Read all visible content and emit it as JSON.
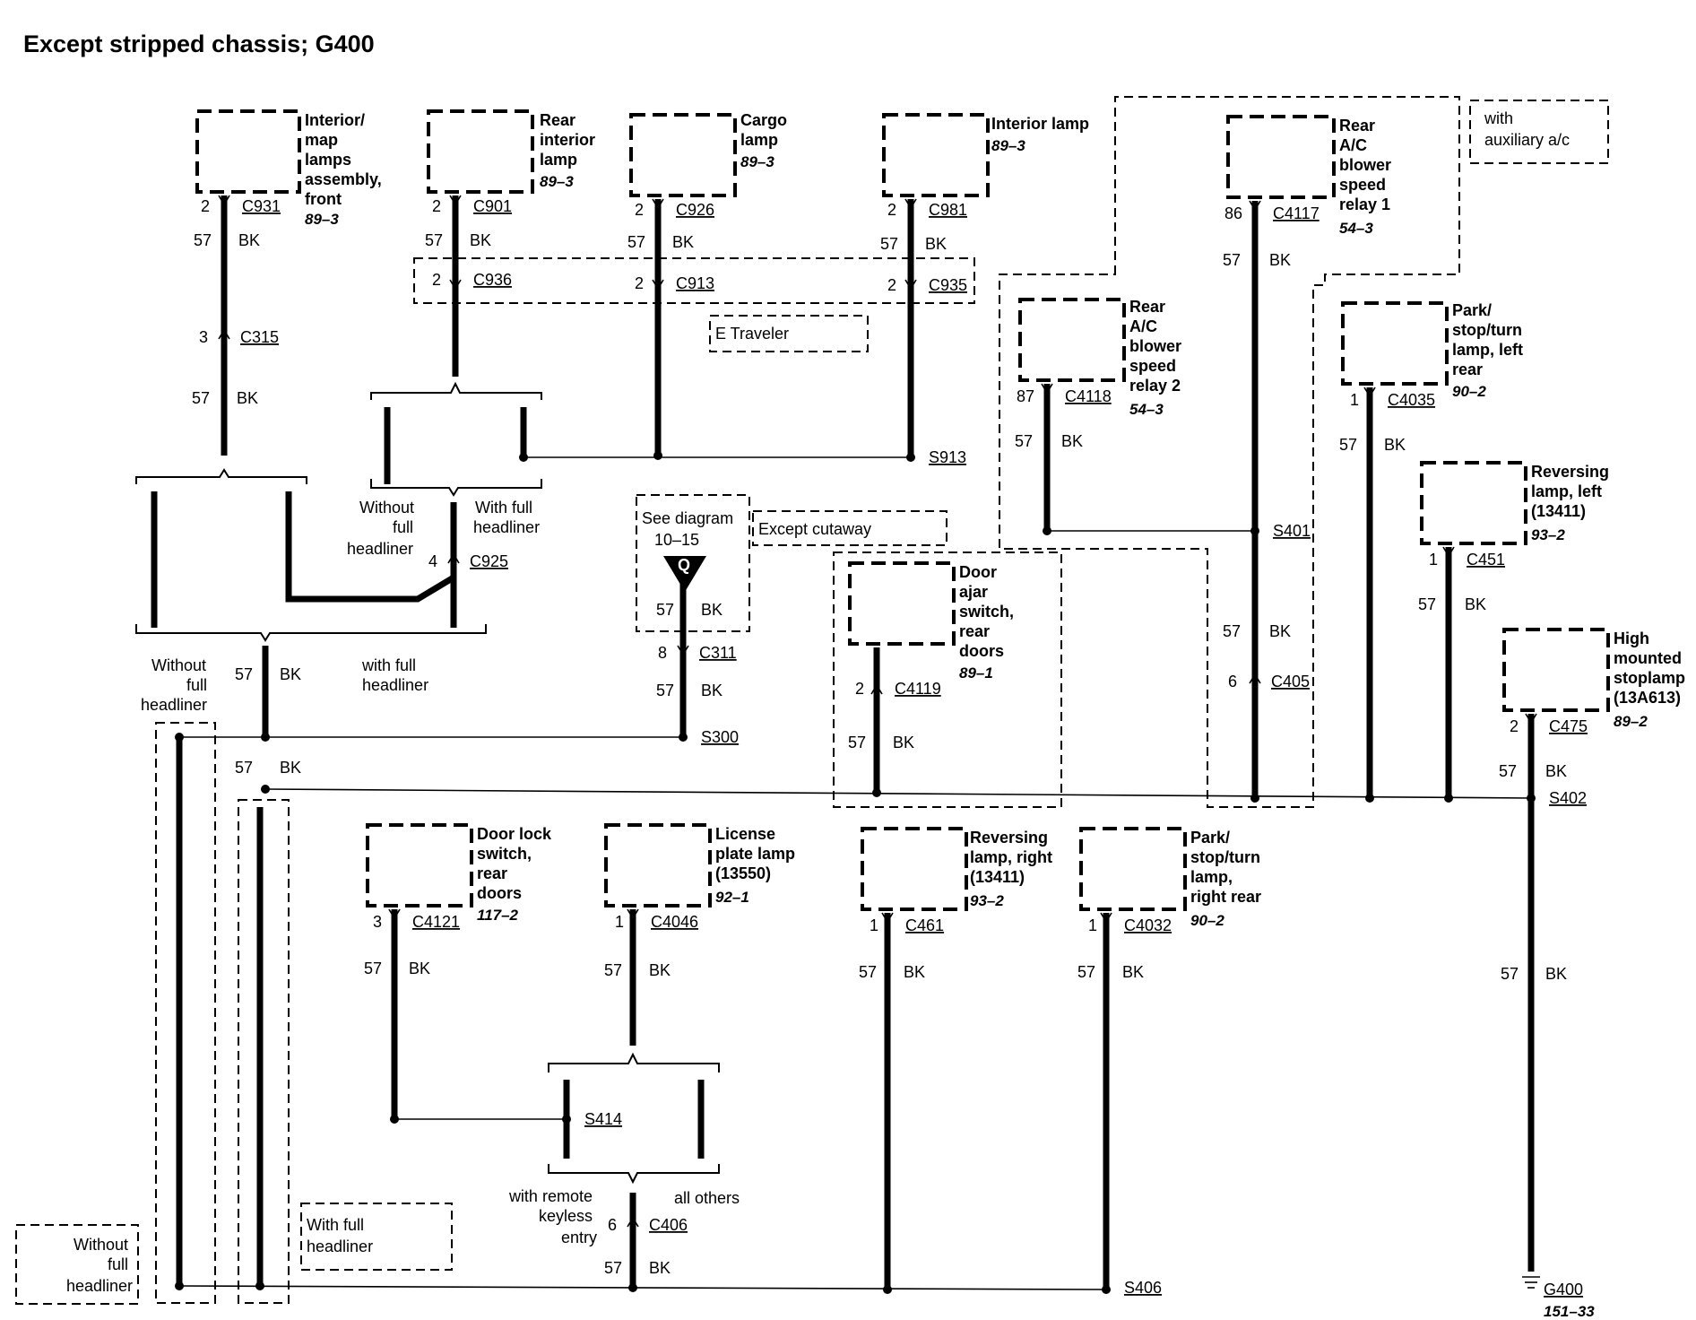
{
  "title": "Except stripped chassis; G400",
  "components": {
    "interior_map": {
      "name": [
        "Interior/",
        "map",
        "lamps",
        "assembly,",
        "front"
      ],
      "ref": "89–3",
      "connector": "C931",
      "pin": "2"
    },
    "rear_interior": {
      "name": [
        "Rear",
        "interior",
        "lamp"
      ],
      "ref": "89–3",
      "connector": "C901",
      "pin": "2"
    },
    "cargo_lamp": {
      "name": [
        "Cargo",
        "lamp"
      ],
      "ref": "89–3",
      "connector": "C926",
      "pin": "2"
    },
    "interior_lamp": {
      "name": [
        "Interior lamp"
      ],
      "ref": "89–3",
      "connector": "C981",
      "pin": "2"
    },
    "rear_ac_relay1": {
      "name": [
        "Rear",
        "A/C",
        "blower",
        "speed",
        "relay 1"
      ],
      "ref": "54–3",
      "connector": "C4117",
      "pin": "86"
    },
    "rear_ac_relay2": {
      "name": [
        "Rear",
        "A/C",
        "blower",
        "speed",
        "relay 2"
      ],
      "ref": "54–3",
      "connector": "C4118",
      "pin": "87"
    },
    "park_left_rear": {
      "name": [
        "Park/",
        "stop/turn",
        "lamp, left",
        "rear"
      ],
      "ref": "90–2",
      "connector": "C4035",
      "pin": "1"
    },
    "reversing_left": {
      "name": [
        "Reversing",
        "lamp, left",
        "(13411)"
      ],
      "ref": "93–2",
      "connector": "C451",
      "pin": "1"
    },
    "high_stoplamp": {
      "name": [
        "High",
        "mounted",
        "stoplamp",
        "(13A613)"
      ],
      "ref": "89–2",
      "connector": "C475",
      "pin": "2"
    },
    "door_ajar": {
      "name": [
        "Door",
        "ajar",
        "switch,",
        "rear",
        "doors"
      ],
      "ref": "89–1",
      "connector": "C4119",
      "pin": "2"
    },
    "door_lock": {
      "name": [
        "Door lock",
        "switch,",
        "rear",
        "doors"
      ],
      "ref": "117–2",
      "connector": "C4121",
      "pin": "3"
    },
    "license_plate": {
      "name": [
        "License",
        "plate lamp",
        "(13550)"
      ],
      "ref": "92–1",
      "connector": "C4046",
      "pin": "1"
    },
    "reversing_right": {
      "name": [
        "Reversing",
        "lamp, right",
        "(13411)"
      ],
      "ref": "93–2",
      "connector": "C461",
      "pin": "1"
    },
    "park_right_rear": {
      "name": [
        "Park/",
        "stop/turn",
        "lamp,",
        "right rear"
      ],
      "ref": "90–2",
      "connector": "C4032",
      "pin": "1"
    }
  },
  "inline_connectors": {
    "c936": {
      "id": "C936",
      "pin": "2"
    },
    "c913": {
      "id": "C913",
      "pin": "2"
    },
    "c935": {
      "id": "C935",
      "pin": "2"
    },
    "c315": {
      "id": "C315",
      "pin": "3"
    },
    "c925": {
      "id": "C925",
      "pin": "4"
    },
    "c311": {
      "id": "C311",
      "pin": "8"
    },
    "c405": {
      "id": "C405",
      "pin": "6"
    },
    "c406": {
      "id": "C406",
      "pin": "6"
    }
  },
  "splices": {
    "s913": "S913",
    "s401": "S401",
    "s300": "S300",
    "s402": "S402",
    "s414": "S414",
    "s406": "S406"
  },
  "ground": {
    "id": "G400",
    "ref": "151–33"
  },
  "wire": {
    "circuit": "57",
    "color": "BK"
  },
  "notes": {
    "e_traveler": "E Traveler",
    "except_cutaway": "Except cutaway",
    "with_aux": [
      "with",
      "auxiliary a/c"
    ],
    "see_diagram": [
      "See diagram",
      "10–15"
    ],
    "q_symbol": "Q",
    "without_full_headliner": [
      "Without",
      "full",
      "headliner"
    ],
    "with_full_headliner": [
      "With full",
      "headliner"
    ],
    "with_full_headliner_lc": [
      "with full",
      "headliner"
    ],
    "with_full_headliner_box": [
      "With full",
      "headliner"
    ],
    "without_full_headliner_box": [
      "Without",
      "full",
      "headliner"
    ],
    "with_remote_keyless": [
      "with remote",
      "keyless",
      "entry"
    ],
    "all_others": "all others"
  }
}
